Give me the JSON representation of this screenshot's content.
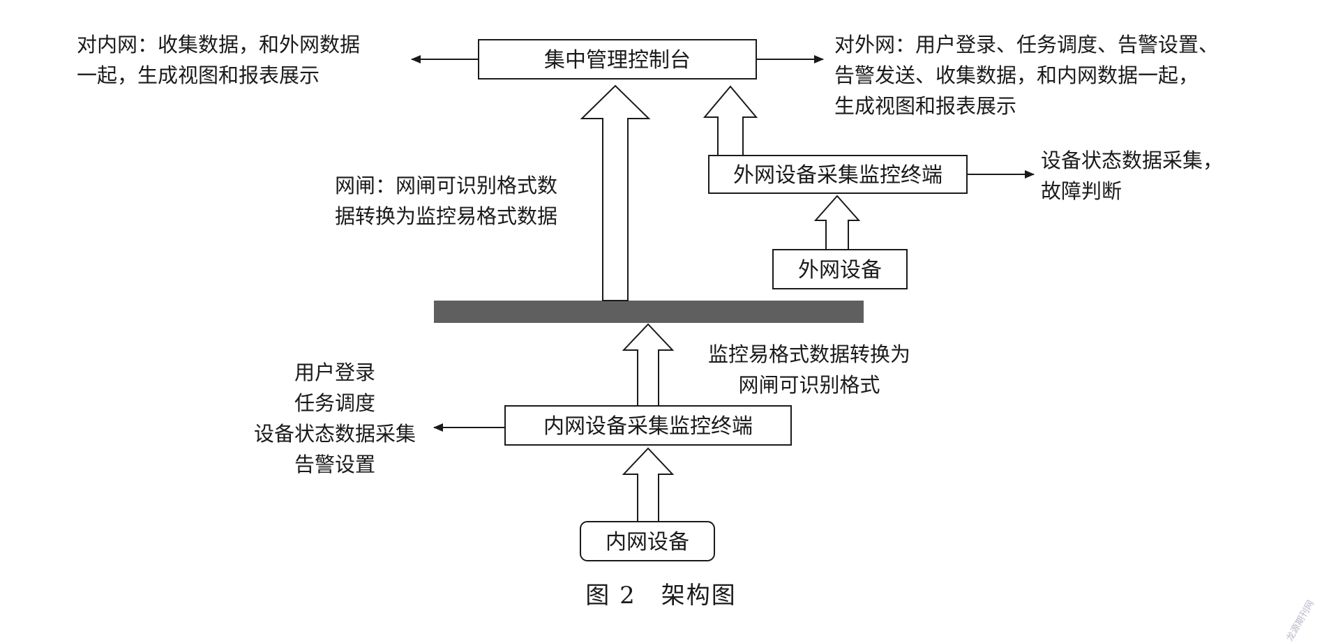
{
  "boxes": {
    "console": "集中管理控制台",
    "external_terminal": "外网设备采集监控终端",
    "external_device": "外网设备",
    "internal_terminal": "内网设备采集监控终端",
    "internal_device": "内网设备"
  },
  "notes": {
    "internal_network": [
      "对内网：收集数据，和外网数据",
      "一起，生成视图和报表展示"
    ],
    "external_network": [
      "对外网：用户登录、任务调度、告警设置、",
      "告警发送、收集数据，和内网数据一起，",
      "生成视图和报表展示"
    ],
    "gateway": [
      "网闸：网闸可识别格式数",
      "据转换为监控易格式数据"
    ],
    "external_terminal_function": [
      "设备状态数据采集，",
      "故障判断"
    ],
    "conversion": [
      "监控易格式数据转换为",
      "网闸可识别格式"
    ],
    "internal_terminal_function": [
      "用户登录",
      "任务调度",
      "设备状态数据采集",
      "告警设置"
    ]
  },
  "caption": {
    "number": "图 2",
    "title": "架构图"
  },
  "watermark": "龙源期刊网",
  "colors": {
    "line": "#1a1a1a",
    "gateway_bar": "#5f5f5f",
    "background": "#ffffff"
  }
}
